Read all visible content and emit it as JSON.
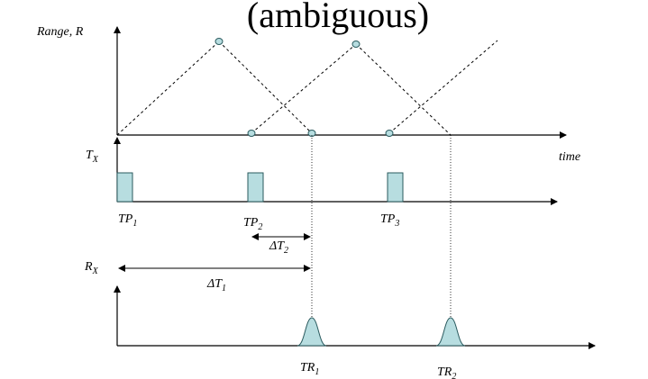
{
  "title": "(ambiguous)",
  "range_axis": {
    "label": "Range, R"
  },
  "time_label": "time",
  "tx": {
    "label_base": "T",
    "label_sub": "X"
  },
  "rx": {
    "label_base": "R",
    "label_sub": "X"
  },
  "pulses": [
    {
      "base": "TP",
      "sub": "1"
    },
    {
      "base": "TP",
      "sub": "2"
    },
    {
      "base": "TP",
      "sub": "3"
    }
  ],
  "intervals": [
    {
      "base": "ΔT",
      "sub": "2"
    },
    {
      "base": "ΔT",
      "sub": "1"
    }
  ],
  "returns": [
    {
      "base": "TR",
      "sub": "1"
    },
    {
      "base": "TR",
      "sub": "2"
    }
  ],
  "colors": {
    "pulse_fill": "#b7dde0",
    "pulse_stroke": "#2a5a5e",
    "line": "#000000"
  }
}
